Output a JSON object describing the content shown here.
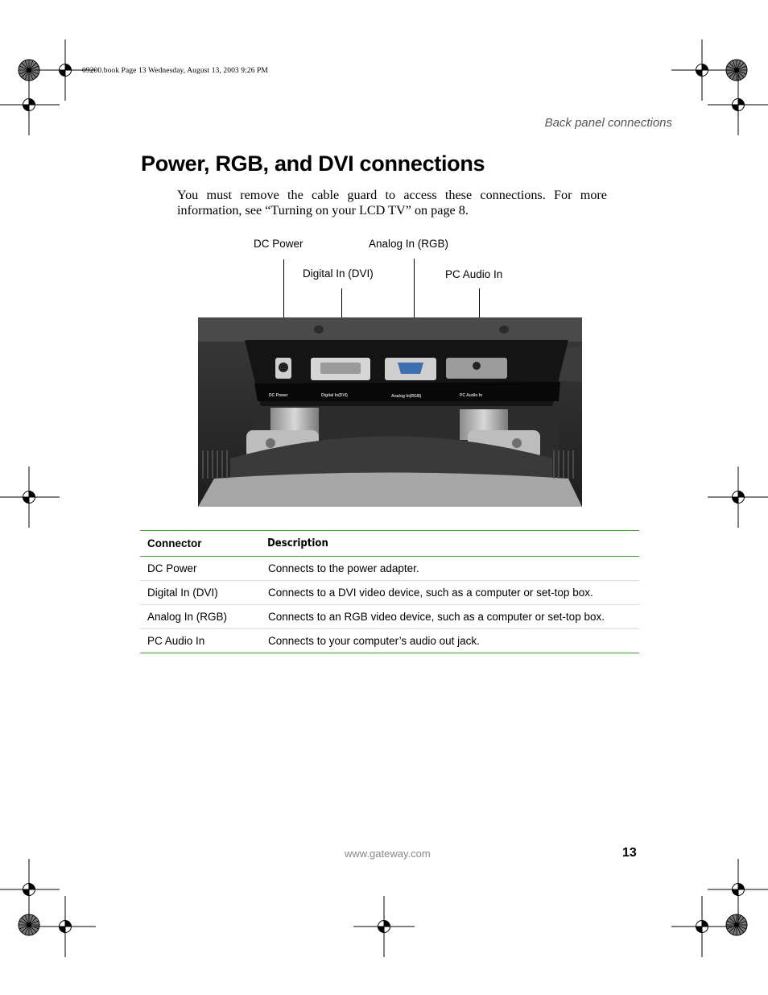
{
  "print_meta": "09200.book  Page 13  Wednesday, August 13, 2003  9:26 PM",
  "running_header": "Back panel connections",
  "title": "Power, RGB, and DVI connections",
  "intro": "You must remove the cable guard to access these connections. For more information, see “Turning on your LCD TV” on page 8.",
  "callouts": {
    "dc_power": "DC Power",
    "digital_in": "Digital In (DVI)",
    "analog_in": "Analog In (RGB)",
    "pc_audio": "PC Audio In"
  },
  "photo_labels": {
    "dc_power": "DC Power",
    "digital_in": "Digital In(DVI)",
    "analog_in": "Analog In(RGB)",
    "pc_audio": "PC Audio In"
  },
  "table": {
    "headers": [
      "Connector",
      "Description"
    ],
    "rows": [
      [
        "DC Power",
        "Connects to the power adapter."
      ],
      [
        "Digital In (DVI)",
        "Connects to a DVI video device, such as a computer or set-top box."
      ],
      [
        "Analog In (RGB)",
        "Connects to an RGB video device, such as a computer or set-top box."
      ],
      [
        "PC Audio In",
        "Connects to your computer’s audio out jack."
      ]
    ]
  },
  "footer_url": "www.gateway.com",
  "page_number": "13",
  "colors": {
    "table_rule": "#3fa33a",
    "row_rule": "#dcdcdc"
  }
}
